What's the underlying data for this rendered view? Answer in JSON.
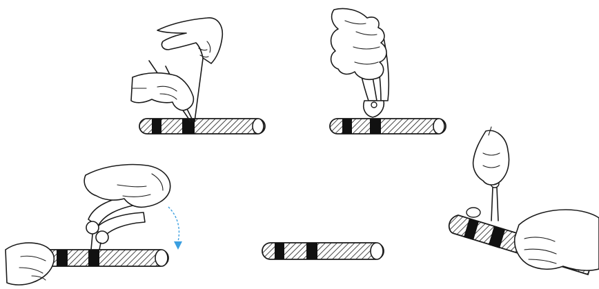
{
  "colors": {
    "ink": "#1a1a1a",
    "band": "#111111",
    "accent": "#3a9fe0",
    "background": "#ffffff"
  },
  "steps": [
    {
      "name": "binding-wire-wrap",
      "icon": "hand-with-wire-icon"
    },
    {
      "name": "pliers-grip",
      "icon": "hand-with-pliers-icon"
    },
    {
      "name": "pliers-twist",
      "icon": "pliers-rotate-icon"
    },
    {
      "name": "finished-rod",
      "icon": "banded-rod-icon"
    },
    {
      "name": "cut-wire-ends",
      "icon": "hands-with-cutter-icon"
    }
  ]
}
